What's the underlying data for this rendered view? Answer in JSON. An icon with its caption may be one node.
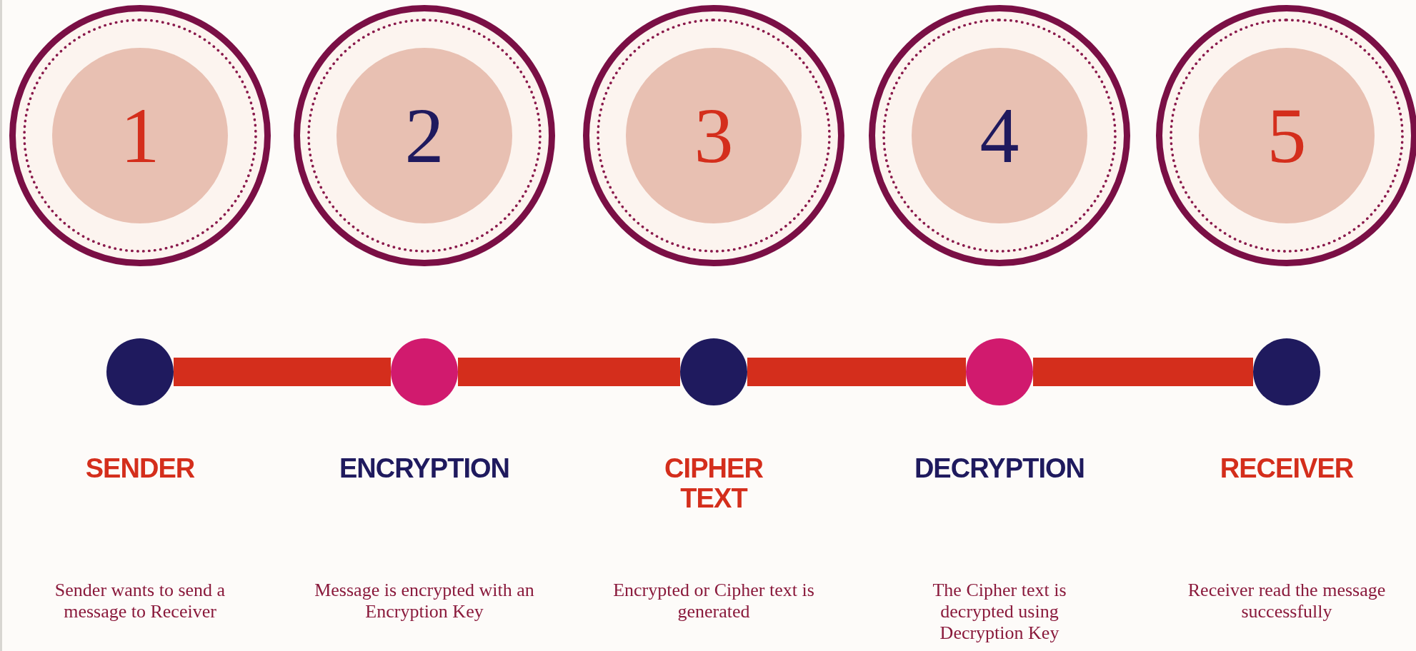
{
  "diagram": {
    "nodes": [
      {
        "text": [
          "1"
        ]
      },
      {
        "text": [
          "2"
        ]
      },
      {
        "text": [
          "3"
        ]
      },
      {
        "text": [
          "4"
        ]
      },
      {
        "text": [
          "5"
        ]
      },
      {
        "text": [],
        "shape": "circle",
        "beside": [
          "SENDER"
        ]
      },
      {
        "text": [],
        "shape": "circle",
        "beside": [
          "ENCRYPTION"
        ]
      },
      {
        "text": [],
        "shape": "circle",
        "beside": [
          "CIPHER TEXT"
        ]
      },
      {
        "text": [],
        "shape": "circle",
        "beside": [
          "DECRYPTION"
        ]
      },
      {
        "text": [],
        "shape": "circle",
        "beside": [
          "RECEIVER"
        ]
      }
    ],
    "edges": [
      {
        "from": 5,
        "to": 6,
        "arrow": "none"
      },
      {
        "from": 6,
        "to": 7,
        "arrow": "none"
      },
      {
        "from": 7,
        "to": 8,
        "arrow": "none"
      },
      {
        "from": 8,
        "to": 9,
        "arrow": "none"
      }
    ],
    "labels": [
      "Sender wants to send a message to Receiver",
      "Message is encrypted with an Encryption Key",
      "Encrypted or Cipher text is generated",
      "The Cipher text is decrypted using Decryption Key",
      "Receiver read the message successfully"
    ]
  }
}
